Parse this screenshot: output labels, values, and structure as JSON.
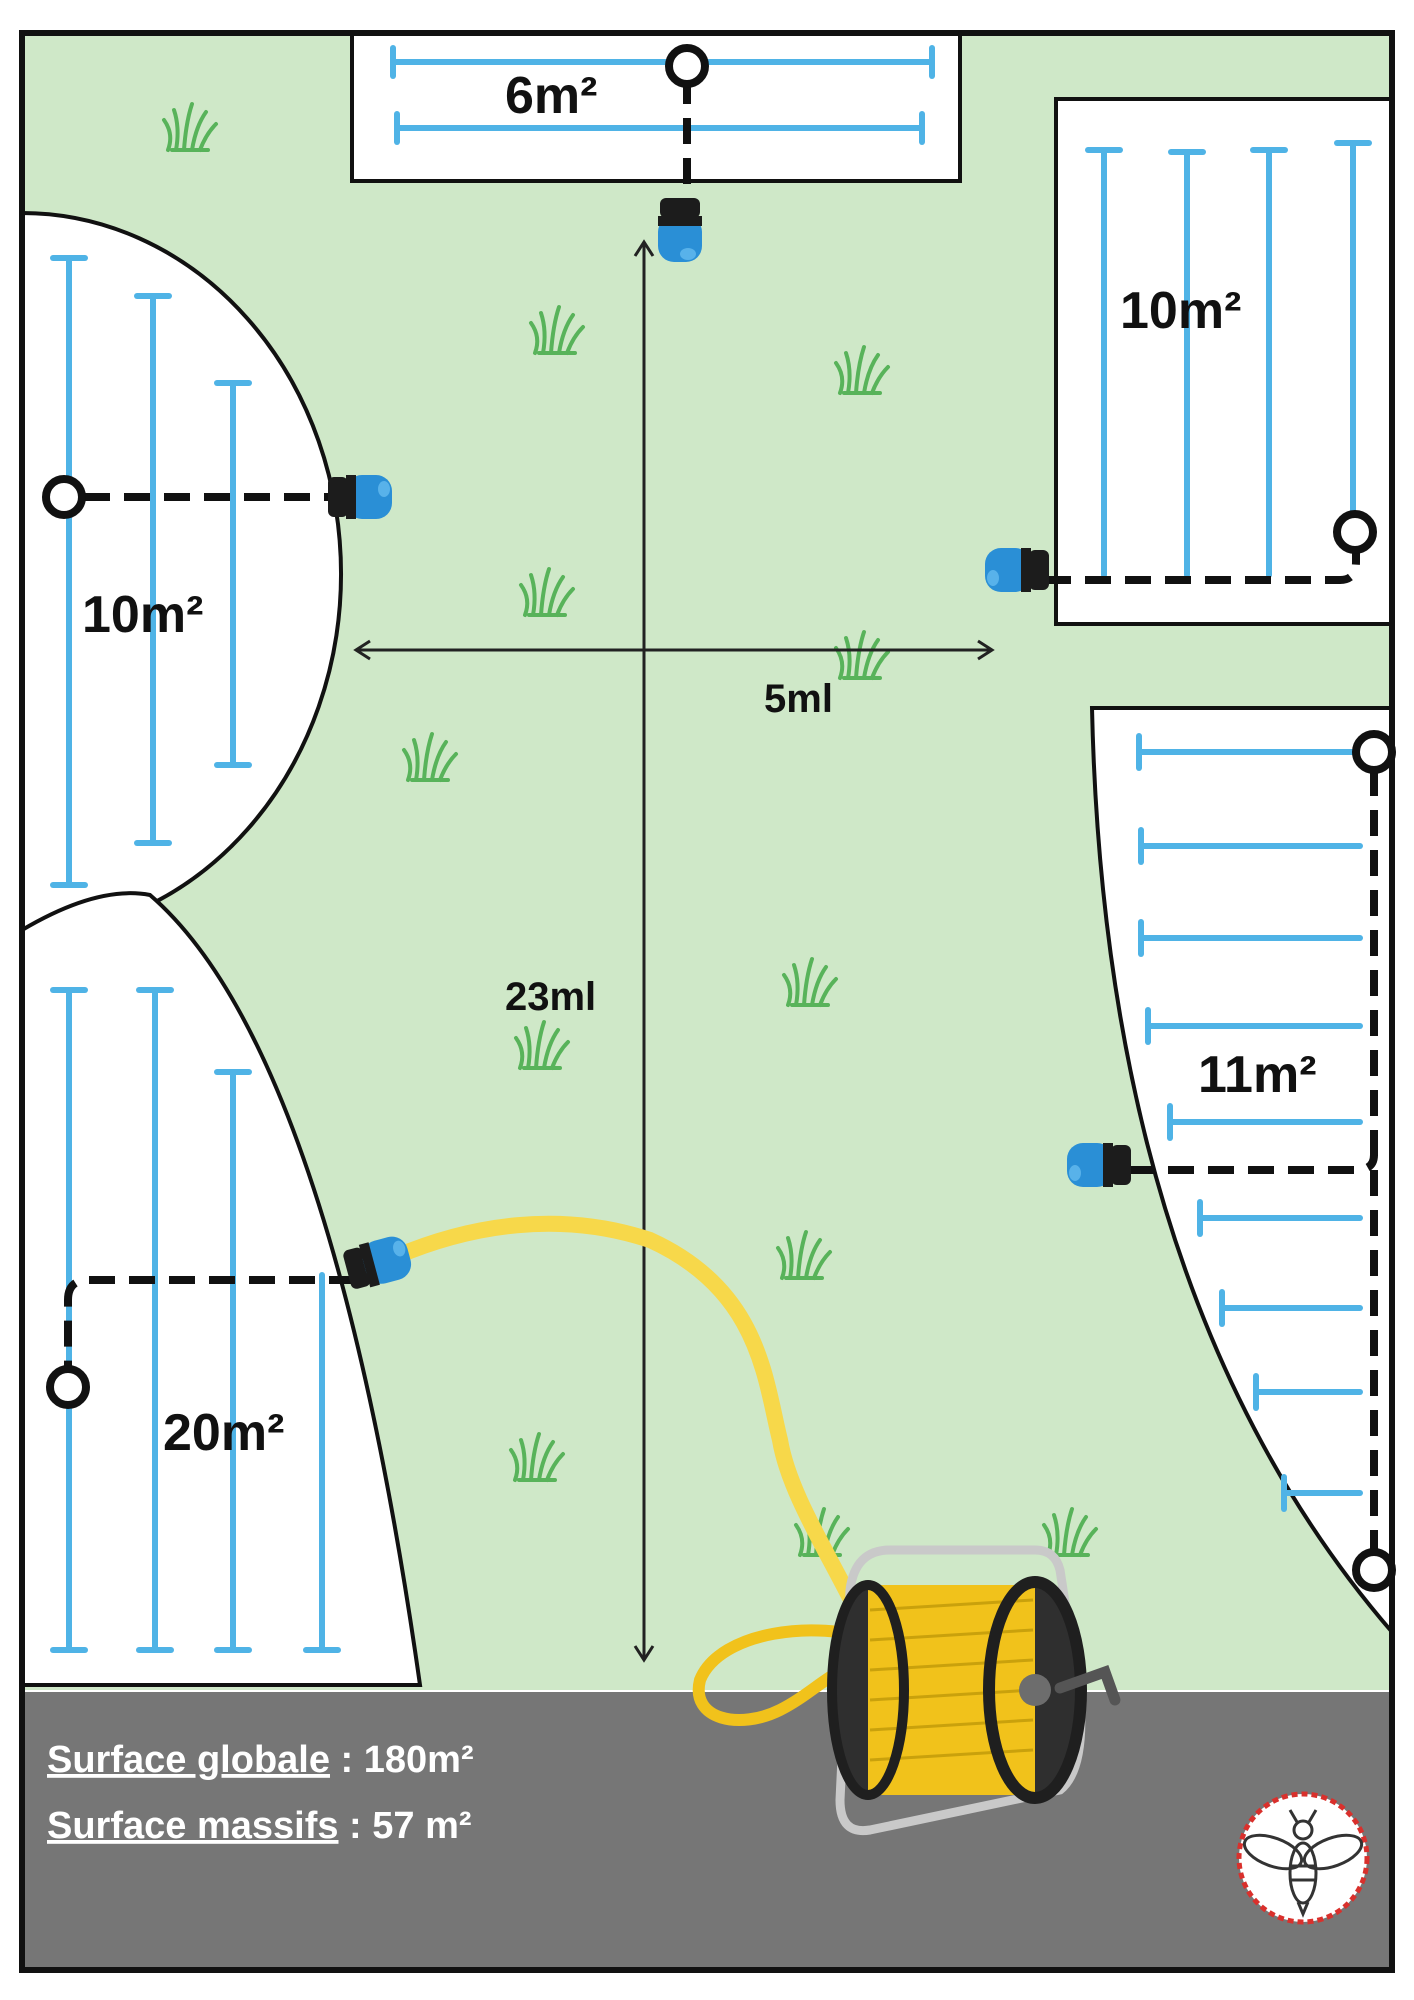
{
  "beds": {
    "top": "6m²",
    "top_right": "10m²",
    "left_semicircle": "10m²",
    "right_curve": "11m²",
    "bottom_left": "20m²"
  },
  "dimensions": {
    "horizontal": "5ml",
    "vertical": "23ml"
  },
  "legend": {
    "global_label": "Surface globale",
    "global_value": " : 180m²",
    "massifs_label": "Surface massifs",
    "massifs_value": " : 57 m²"
  },
  "colors": {
    "lawn": "#cfe8c8",
    "terrace": "#767676",
    "drip_line": "#4fb3e6",
    "feed_pipe": "#111111",
    "hose": "#f7d84a",
    "connector": "#2a8fd6",
    "logo_border": "#d9302c"
  },
  "icons": {
    "grass": "grass-tuft-icon",
    "connector": "quick-connector-icon",
    "reel": "hose-reel-icon",
    "end_cap": "end-cap-icon",
    "logo": "bee-logo-icon"
  }
}
